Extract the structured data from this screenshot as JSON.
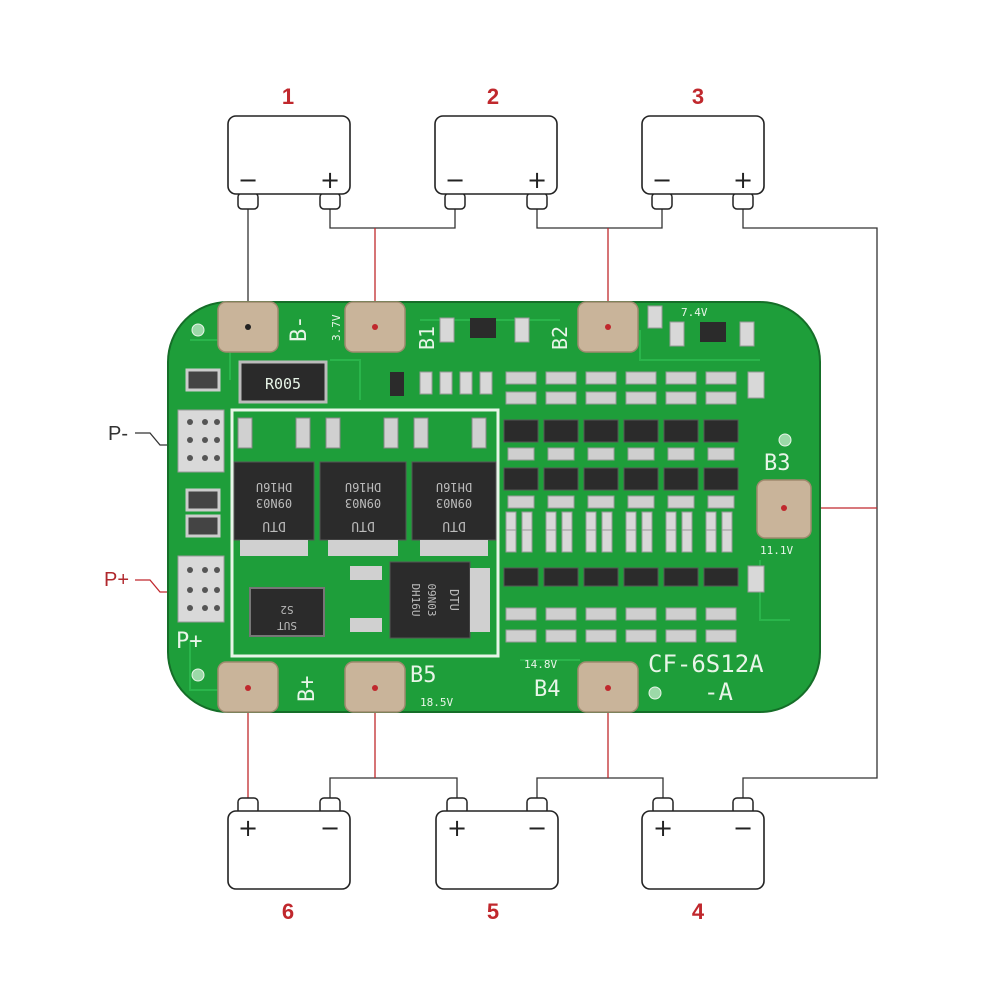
{
  "cells": [
    {
      "num": "1",
      "row": "top"
    },
    {
      "num": "2",
      "row": "top"
    },
    {
      "num": "3",
      "row": "top"
    },
    {
      "num": "4",
      "row": "bottom"
    },
    {
      "num": "5",
      "row": "bottom"
    },
    {
      "num": "6",
      "row": "bottom"
    }
  ],
  "terminal_signs": {
    "minus": "−",
    "plus": "+"
  },
  "ports": {
    "p_minus": "P-",
    "p_plus": "P+"
  },
  "board": {
    "model_line1": "CF-6S12A",
    "model_line2": "-A",
    "label_b_minus": "B-",
    "label_b1": "B1",
    "label_b2": "B2",
    "label_b3": "B3",
    "label_b4": "B4",
    "label_b5": "B5",
    "label_b_plus": "B+",
    "label_p_plus": "P+",
    "v_3_7": "3.7V",
    "v_7_4": "7.4V",
    "v_11_1": "11.1V",
    "v_14_8": "14.8V",
    "v_18_5": "18.5V",
    "resistor_code": "R005",
    "mosfet_code_a": "09N03",
    "mosfet_code_b": "DH16U",
    "mosfet_brand": "DTU",
    "diode_code_a": "S2",
    "diode_code_b": "SUT"
  },
  "colors": {
    "pcb_green": "#1e9e3a",
    "pad_copper": "#c9b49a",
    "wire_red": "#c0282d",
    "label_red": "#c0282d",
    "wire_black": "#333333"
  }
}
